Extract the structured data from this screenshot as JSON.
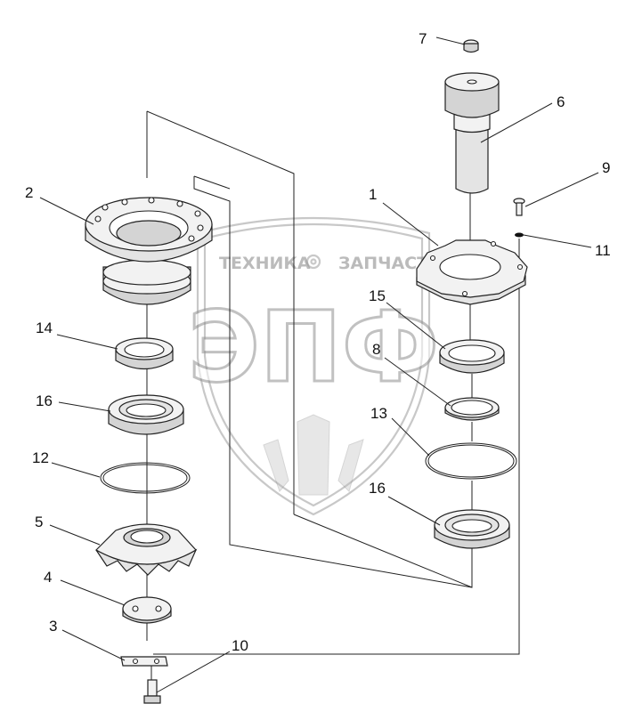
{
  "callouts": [
    {
      "id": "1",
      "text": "1"
    },
    {
      "id": "2",
      "text": "2"
    },
    {
      "id": "3",
      "text": "3"
    },
    {
      "id": "4",
      "text": "4"
    },
    {
      "id": "5",
      "text": "5"
    },
    {
      "id": "6",
      "text": "6"
    },
    {
      "id": "7",
      "text": "7"
    },
    {
      "id": "8",
      "text": "8"
    },
    {
      "id": "9",
      "text": "9"
    },
    {
      "id": "10",
      "text": "10"
    },
    {
      "id": "11",
      "text": "11"
    },
    {
      "id": "12",
      "text": "12"
    },
    {
      "id": "13",
      "text": "13"
    },
    {
      "id": "14",
      "text": "14"
    },
    {
      "id": "15",
      "text": "15"
    },
    {
      "id": "16a",
      "text": "16"
    },
    {
      "id": "16b",
      "text": "16"
    }
  ],
  "watermark": {
    "top_left": "ТЕХНИКА",
    "top_right": "ЗАПЧАСТИ",
    "letters": "ЭПФ",
    "gear_icon": "gear-icon"
  }
}
